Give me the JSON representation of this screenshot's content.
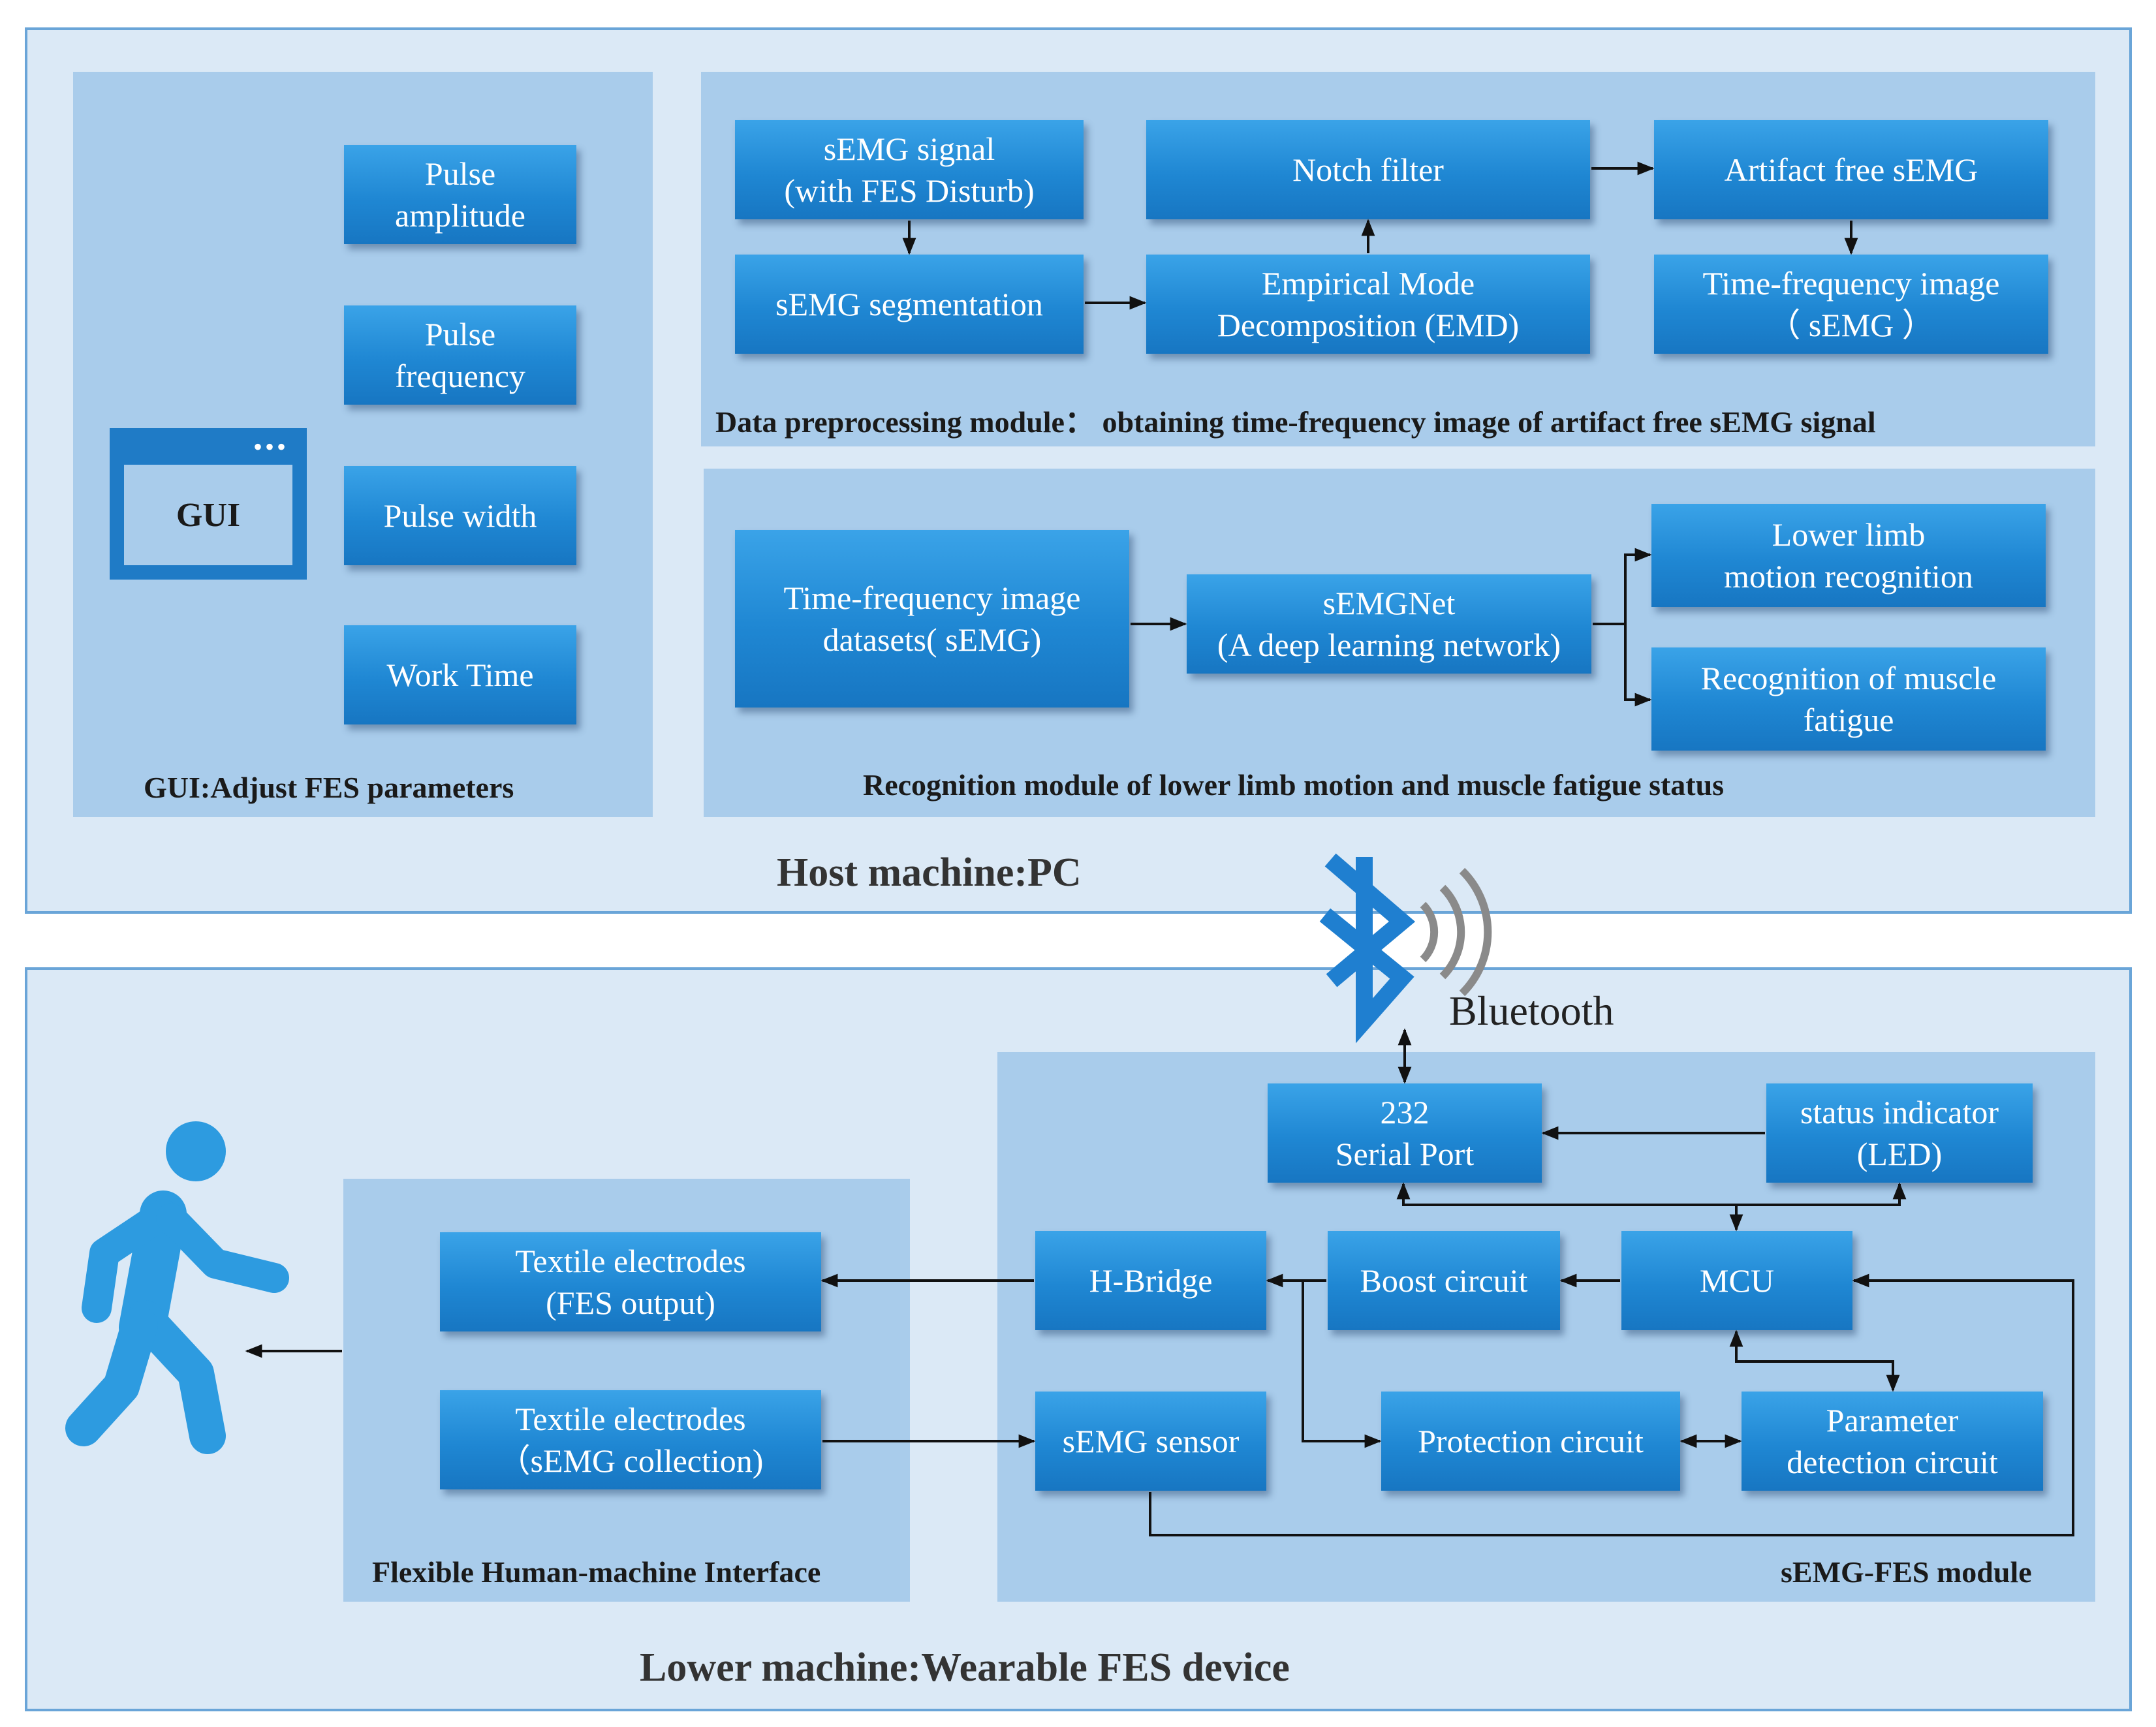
{
  "host": {
    "title": "Host machine:PC",
    "gui_panel": {
      "title": "GUI:Adjust FES parameters",
      "window_label": "GUI",
      "params": [
        [
          "Pulse",
          "amplitude"
        ],
        [
          "Pulse",
          "frequency"
        ],
        [
          "Pulse width"
        ],
        [
          "Work Time"
        ]
      ]
    },
    "preprocess": {
      "title": "Data preprocessing module： obtaining time-frequency image of artifact free sEMG  signal",
      "semg_signal": [
        "sEMG signal",
        "(with FES Disturb)"
      ],
      "segmentation": [
        "sEMG segmentation"
      ],
      "notch": [
        "Notch filter"
      ],
      "emd": [
        "Empirical Mode",
        "Decomposition (EMD)"
      ],
      "artifact_free": [
        "Artifact free sEMG"
      ],
      "tf_image": [
        "Time-frequency image",
        "（ sEMG ）"
      ]
    },
    "recognition": {
      "title": "Recognition module of lower limb motion and muscle fatigue status",
      "datasets": [
        "Time-frequency image",
        "datasets( sEMG)"
      ],
      "net": [
        "sEMGNet",
        "(A deep learning network)"
      ],
      "motion": [
        "Lower limb",
        "motion recognition"
      ],
      "fatigue": [
        "Recognition of muscle",
        "fatigue"
      ]
    }
  },
  "bluetooth": {
    "label": "Bluetooth"
  },
  "lower": {
    "title": "Lower machine:Wearable FES device",
    "hmi": {
      "title": "Flexible Human-machine Interface",
      "fes_out": [
        "Textile electrodes",
        "(FES output)"
      ],
      "semg_col": [
        "Textile electrodes",
        "（sEMG collection)"
      ]
    },
    "fes_module": {
      "title": "sEMG-FES module",
      "serial": [
        "232",
        "Serial Port"
      ],
      "led": [
        "status indicator",
        "(LED)"
      ],
      "hbridge": [
        "H-Bridge"
      ],
      "boost": [
        "Boost circuit"
      ],
      "mcu": [
        "MCU"
      ],
      "semg_sensor": [
        "sEMG sensor"
      ],
      "protection": [
        "Protection circuit"
      ],
      "param_detect": [
        "Parameter",
        "detection circuit"
      ]
    }
  },
  "colors": {
    "outer_bg": "#dbe9f6",
    "outer_border": "#6aa5d8",
    "panel_bg": "#a9cceb",
    "box_blue": "#1f87d3",
    "icon_blue": "#2d9be0"
  }
}
